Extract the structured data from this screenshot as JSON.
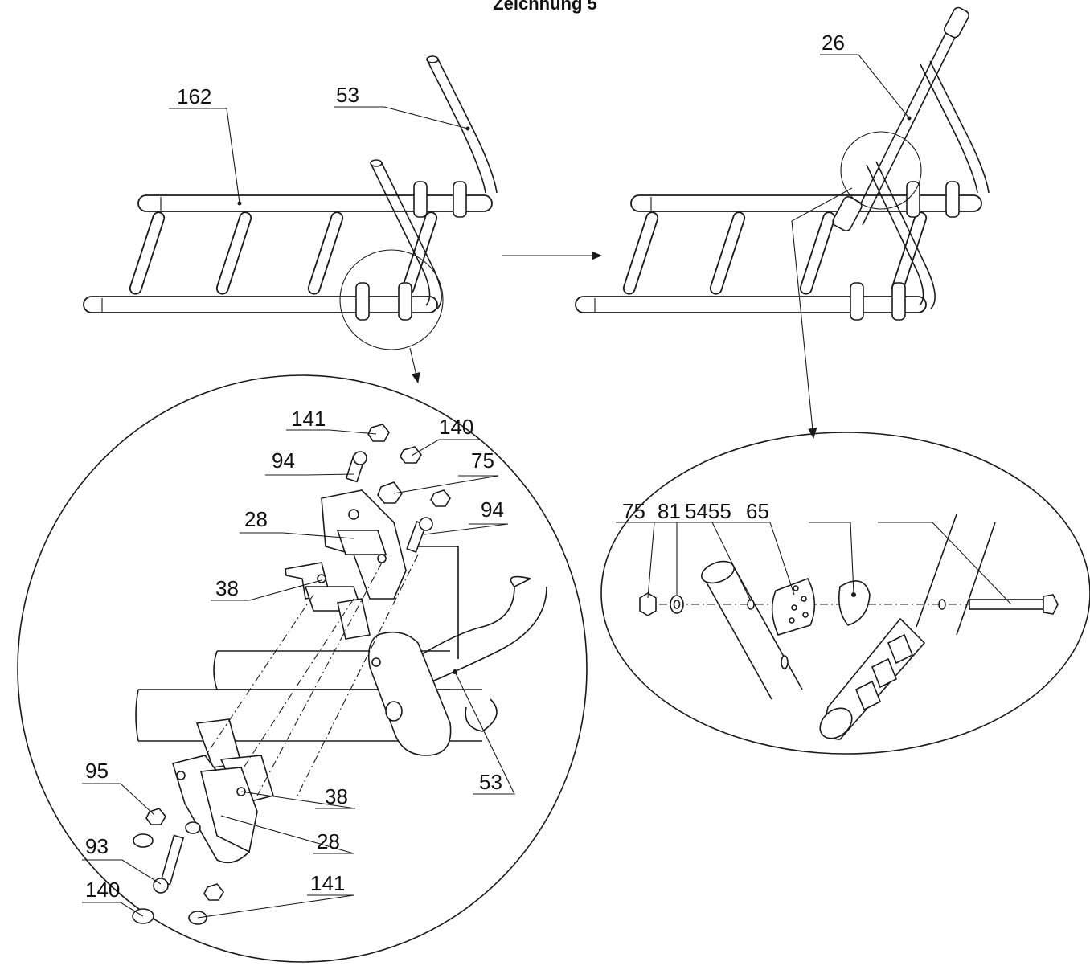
{
  "title": "Zeichnung 5",
  "labels": {
    "l162": "162",
    "l53_top": "53",
    "l26": "26",
    "l141_top": "141",
    "l140_top": "140",
    "l94_a": "94",
    "l75_left": "75",
    "l94_b": "94",
    "l28_a": "28",
    "l38_a": "38",
    "l95": "95",
    "l38_b": "38",
    "l28_b": "28",
    "l53_bottom": "53",
    "l93": "93",
    "l140_bottom": "140",
    "l141_bottom": "141",
    "l75_right": "75",
    "l81": "81",
    "l5455": "5455",
    "l65": "65"
  }
}
